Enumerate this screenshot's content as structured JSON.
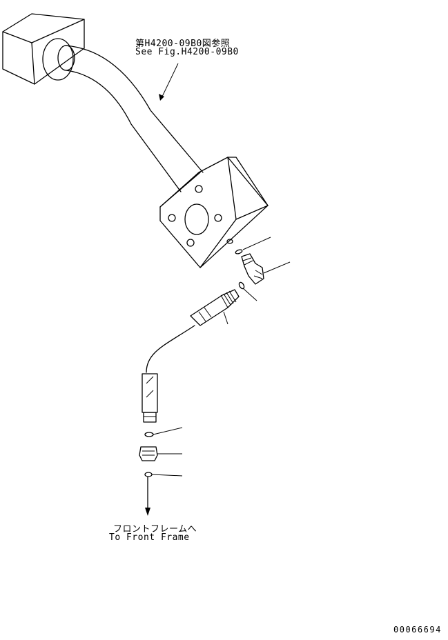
{
  "reference_note": {
    "line1": "第H4200-09B0図参照",
    "line2": "See Fig.H4200-09B0"
  },
  "destination_note": {
    "line1": "フロントフレームへ",
    "line2": "To Front Frame"
  },
  "drawing_number": "00066694"
}
